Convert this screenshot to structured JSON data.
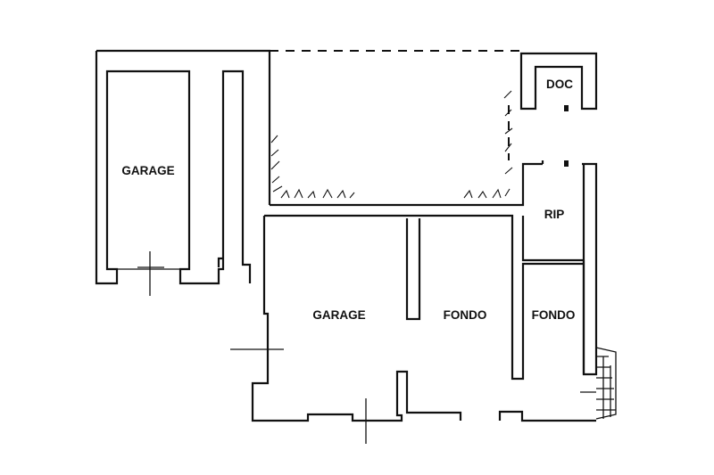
{
  "rooms": {
    "garage_left": "GARAGE",
    "garage_center": "GARAGE",
    "fondo_center": "FONDO",
    "fondo_right": "FONDO",
    "rip": "RIP",
    "doc": "DOC"
  },
  "colors": {
    "line": "#111111",
    "background": "#ffffff"
  }
}
